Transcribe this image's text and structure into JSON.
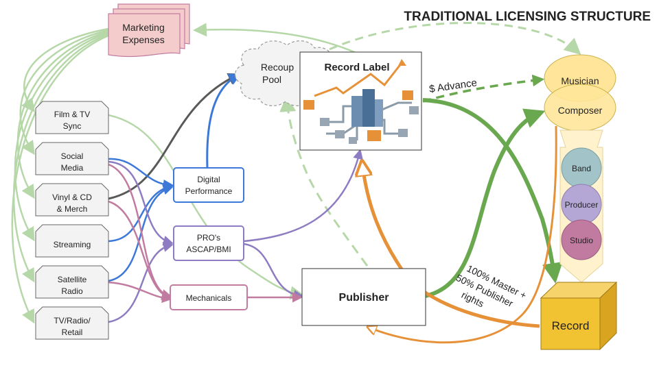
{
  "title": "TRADITIONAL LICENSING STRUCTURE",
  "marketing": [
    "Marketing",
    "Expenses"
  ],
  "recoup": [
    "Recoup",
    "Pool"
  ],
  "record_label": "Record Label",
  "advance": "$ Advance",
  "musician": "Musician",
  "composer": "Composer",
  "band": "Band",
  "producer": "Producer",
  "studio": "Studio",
  "record": "Record",
  "publisher": "Publisher",
  "rights_note": [
    "100% Master +",
    "50% Publisher",
    "rights"
  ],
  "digital": [
    "Digital",
    "Performance"
  ],
  "pros": [
    "PRO's",
    "ASCAP/BMI"
  ],
  "mechanicals": "Mechanicals",
  "sources": [
    {
      "lines": [
        "Film & TV",
        "Sync"
      ]
    },
    {
      "lines": [
        "Social",
        "Media"
      ]
    },
    {
      "lines": [
        "Vinyl & CD",
        "& Merch"
      ]
    },
    {
      "lines": [
        "Streaming"
      ]
    },
    {
      "lines": [
        "Satellite",
        "Radio"
      ]
    },
    {
      "lines": [
        "TV/Radio/",
        "Retail"
      ]
    }
  ],
  "colors": {
    "light_green": "#b6d7a8",
    "green": "#6aa84f",
    "blue": "#3c78d8",
    "purple": "#8e7cc3",
    "pink": "#c27ba0",
    "orange": "#e69138",
    "gray_arrow": "#595959",
    "marketing_fill": "#f4cccc",
    "marketing_stroke": "#c27ba0",
    "musician_fill": "#ffe599",
    "band_fill": "#a2c4c9",
    "producer_fill": "#b4a7d6",
    "studio_fill": "#c27ba0",
    "record_fill": "#f1c232"
  }
}
